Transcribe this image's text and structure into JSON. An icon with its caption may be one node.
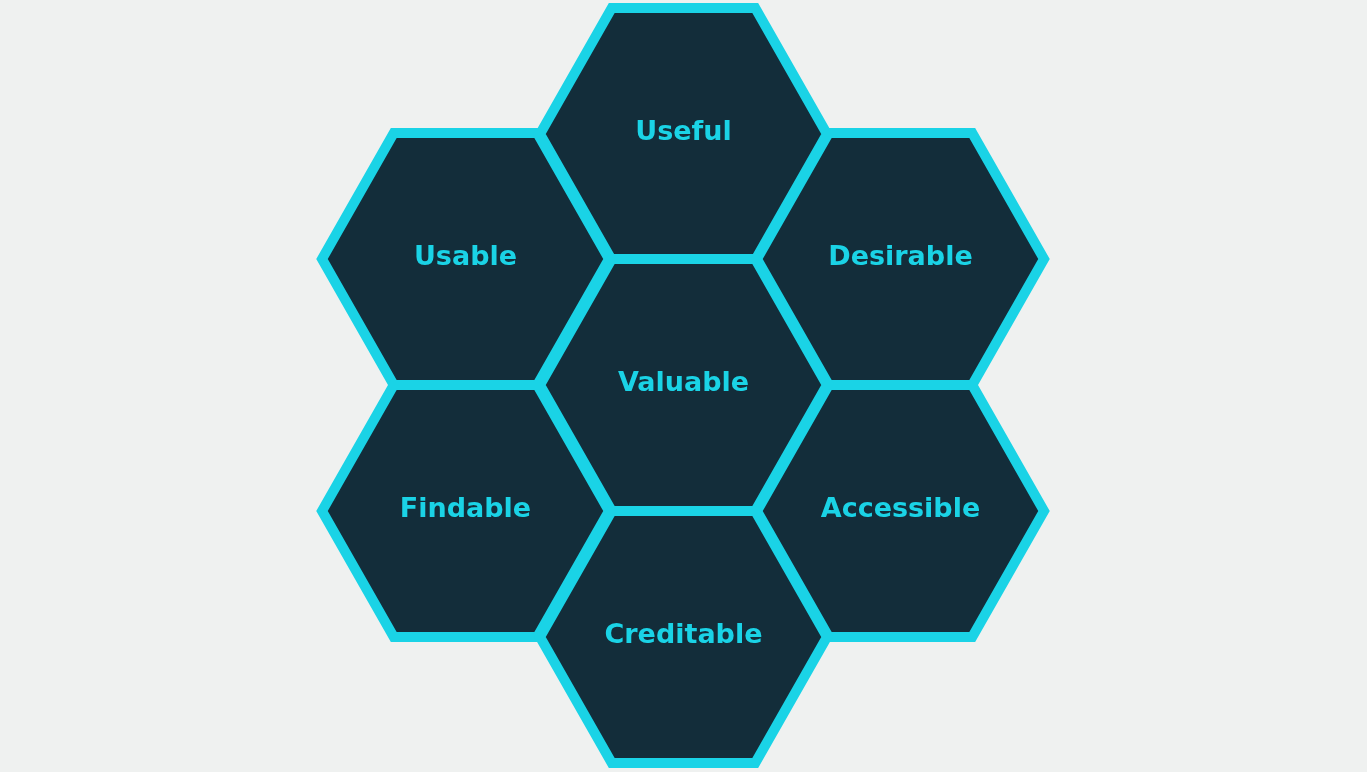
{
  "diagram": {
    "nodes": [
      {
        "text": [
          "Useful"
        ]
      },
      {
        "text": [
          "Usable"
        ]
      },
      {
        "text": [
          "Desirable"
        ]
      },
      {
        "text": [
          "Valuable"
        ]
      },
      {
        "text": [
          "Findable"
        ]
      },
      {
        "text": [
          "Accessible"
        ]
      },
      {
        "text": [
          "Creditable"
        ]
      }
    ]
  }
}
